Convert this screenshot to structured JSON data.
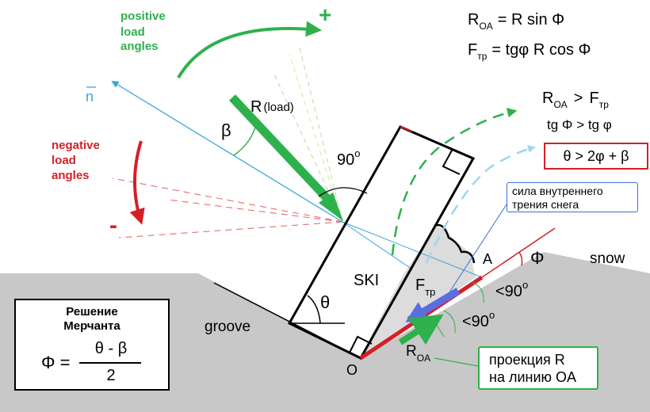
{
  "labels": {
    "positive": [
      "positive",
      "load",
      "angles"
    ],
    "plus": "+",
    "negative": [
      "negative",
      "load",
      "angles"
    ],
    "minus": "-",
    "normal": "n",
    "load_r": "R",
    "load_sub": "(load)",
    "beta": "β",
    "ninety": "90",
    "deg": "o",
    "ski": "SKI",
    "theta": "θ",
    "groove": "groove",
    "o_point": "O",
    "a_point": "A",
    "phi": "Φ",
    "snow": "snow",
    "ftr": "F",
    "ftr_sub": "тр",
    "roa": "R",
    "roa_sub": "OA",
    "lt90_a": "<90",
    "lt90_b": "<90"
  },
  "formulas": {
    "roa_lhs": "R",
    "roa_lhs_sub": "OA",
    "roa_rhs": "= R sin Φ",
    "ftr_lhs": "F",
    "ftr_lhs_sub": "тр",
    "ftr_rhs": "= tgφ R cos Φ",
    "ineq1_l": "R",
    "ineq1_l_sub": "OA",
    "ineq1_mid": ">",
    "ineq1_r": "F",
    "ineq1_r_sub": "тр",
    "ineq2": "tg Φ > tg φ",
    "result": "θ > 2φ + β"
  },
  "merchant": {
    "title_1": "Решение",
    "title_2": "Мерчанта",
    "lhs": "Φ =",
    "numerator": "θ - β",
    "denominator": "2"
  },
  "callouts": {
    "friction_1": "сила внутреннего",
    "friction_2": "трения снега",
    "projection_1": "проекция R",
    "projection_2": "на линию OA"
  },
  "colors": {
    "green": "#2eb14d",
    "red": "#d32027",
    "cyan": "#3aa6d9",
    "blue": "#5a6ee0",
    "snow": "#c8c8c8",
    "black": "#000000"
  }
}
